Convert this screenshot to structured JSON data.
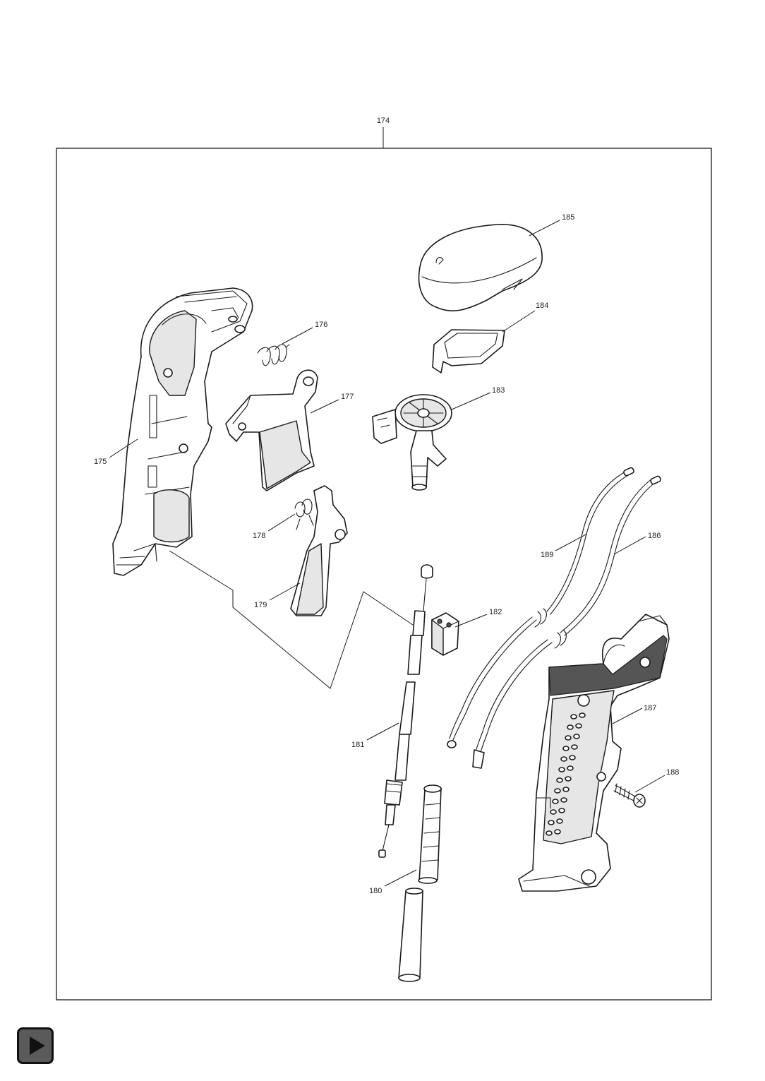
{
  "callouts": {
    "c174": "174",
    "c175": "175",
    "c176": "176",
    "c177": "177",
    "c178": "178",
    "c179": "179",
    "c180": "180",
    "c181": "181",
    "c182": "182",
    "c183": "183",
    "c184": "184",
    "c185": "185",
    "c186": "186",
    "c187": "187",
    "c188": "188",
    "c189": "189"
  },
  "icons": {
    "play": "play-icon"
  }
}
